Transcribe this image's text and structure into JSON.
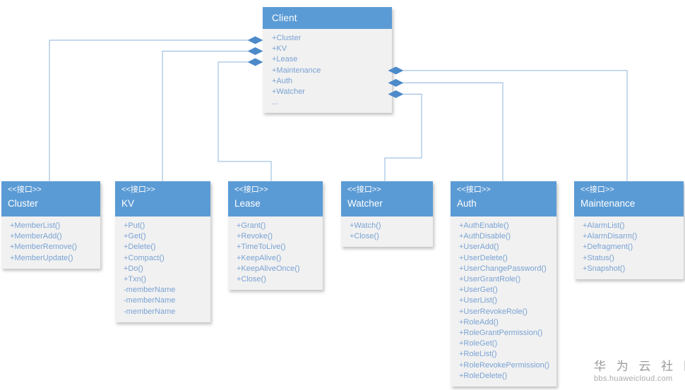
{
  "diagram": {
    "client": {
      "title": "Client",
      "members": [
        "+Cluster",
        "+KV",
        "+Lease",
        "+Maintenance",
        "+Auth",
        "+Watcher",
        "..."
      ]
    },
    "interfaces": [
      {
        "stereotype": "<<接口>>",
        "name": "Cluster",
        "members": [
          "+MemberList()",
          "+MemberAdd()",
          "+MemberRemove()",
          "+MemberUpdate()"
        ]
      },
      {
        "stereotype": "<<接口>>",
        "name": "KV",
        "members": [
          "+Put()",
          "+Get()",
          "+Delete()",
          "+Compact()",
          "+Do()",
          "+Txn()",
          "-memberName",
          "-memberName",
          "-memberName"
        ]
      },
      {
        "stereotype": "<<接口>>",
        "name": "Lease",
        "members": [
          "+Grant()",
          "+Revoke()",
          "+TimeToLive()",
          "+KeepAlive()",
          "+KeepAliveOnce()",
          "+Close()"
        ]
      },
      {
        "stereotype": "<<接口>>",
        "name": "Watcher",
        "members": [
          "+Watch()",
          "+Close()"
        ]
      },
      {
        "stereotype": "<<接口>>",
        "name": "Auth",
        "members": [
          "+AuthEnable()",
          "+AuthDisable()",
          "+UserAdd()",
          "+UserDelete()",
          "+UserChangePassword()",
          "+UserGrantRole()",
          "+UserGet()",
          "+UserList()",
          "+UserRevokeRole()",
          "+RoleAdd()",
          "+RoleGrantPermission()",
          "+RoleGet()",
          "+RoleList()",
          "+RoleRevokePermission()",
          "+RoleDelete()"
        ]
      },
      {
        "stereotype": "<<接口>>",
        "name": "Maintenance",
        "members": [
          "+AlarmList()",
          "+AlarmDisarm()",
          "+Defragment()",
          "+Status()",
          "+Snapshot()"
        ]
      }
    ],
    "colors": {
      "header_blue": "#5B9BD5",
      "body_gray": "#F1F1F1",
      "member_text": "#7AA3D4",
      "connector": "#8EB4DC",
      "diamond": "#4D8AC9"
    }
  },
  "watermark": {
    "title": "华 为 云 社 区",
    "url": "bbs.huaweicloud.com"
  }
}
